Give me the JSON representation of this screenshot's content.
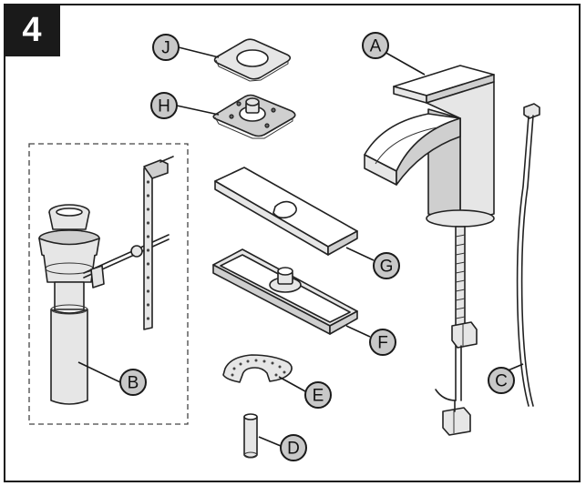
{
  "step_number": "4",
  "parts": {
    "A": "A",
    "B": "B",
    "C": "C",
    "D": "D",
    "E": "E",
    "F": "F",
    "G": "G",
    "H": "H",
    "J": "J"
  }
}
